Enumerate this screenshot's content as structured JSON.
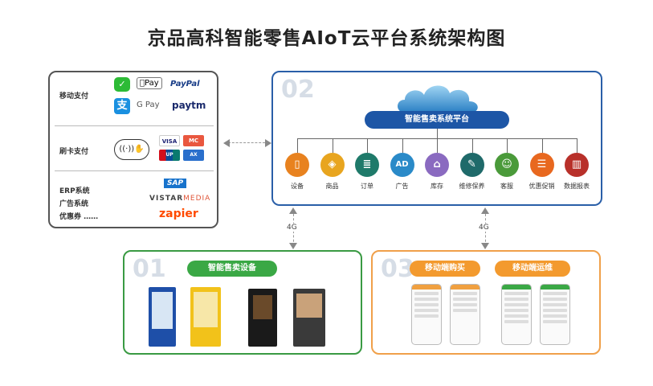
{
  "title": "京品高科智能零售AIoT云平台系统架构图",
  "payment_panel": {
    "mobile_pay_label": "移动支付",
    "mobile_pay_icons": [
      "wechat-pay-icon",
      "apple-pay-icon",
      "paypal-icon",
      "alipay-icon",
      "google-pay-icon",
      "paytm-icon"
    ],
    "apple_pay": "Pay",
    "google_pay": "G Pay",
    "paypal": "PayPal",
    "paytm": "paytm",
    "card_pay_label": "刷卡支付",
    "cards": [
      "VISA",
      "MasterCard",
      "UnionPay",
      "AMEX"
    ],
    "other_labels": [
      "ERP系统",
      "广告系统",
      "优惠券 ……"
    ],
    "partners": {
      "sap": "SAP",
      "vistar_a": "VISTAR",
      "vistar_b": "MEDIA",
      "zapier": "zapier"
    }
  },
  "platform": {
    "number": "02",
    "bar_label": "智能售卖系统平台",
    "modules": [
      {
        "label": "设备",
        "icon": "device-icon",
        "color": "#e8821f"
      },
      {
        "label": "商品",
        "icon": "box-icon",
        "color": "#e8a51f"
      },
      {
        "label": "订单",
        "icon": "order-icon",
        "color": "#1f7a6a"
      },
      {
        "label": "广告",
        "icon": "ad-icon",
        "color": "#2a8ac8"
      },
      {
        "label": "库存",
        "icon": "warehouse-icon",
        "color": "#8a6ac0"
      },
      {
        "label": "维修保养",
        "icon": "wrench-icon",
        "color": "#1f6a6a"
      },
      {
        "label": "客服",
        "icon": "support-icon",
        "color": "#4a9a3a"
      },
      {
        "label": "优惠促销",
        "icon": "promo-icon",
        "color": "#e8681f"
      },
      {
        "label": "数据报表",
        "icon": "report-icon",
        "color": "#b8302a"
      }
    ]
  },
  "connectors": {
    "left": "4G",
    "right": "4G"
  },
  "devices": {
    "number": "01",
    "label": "智能售卖设备"
  },
  "mobile": {
    "number": "03",
    "buy_label": "移动端购买",
    "ops_label": "移动端运维"
  },
  "colors": {
    "platform_blue": "#2a5fa8",
    "device_green": "#3a9a43",
    "mobile_orange": "#f0a04a"
  }
}
